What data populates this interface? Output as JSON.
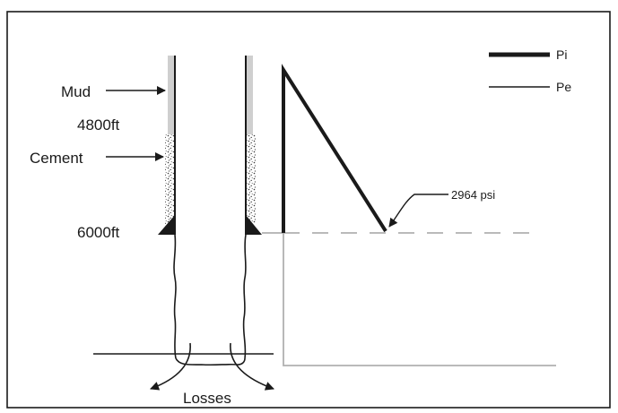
{
  "labels": {
    "mud": "Mud",
    "depth_top": "4800ft",
    "cement": "Cement",
    "depth_shoe": "6000ft",
    "losses": "Losses",
    "pressure_callout": "2964 psi"
  },
  "legend": {
    "pi": "Pi",
    "pe": "Pe"
  },
  "colors": {
    "frame": "#1a1a1a",
    "pipe": "#1a1a1a",
    "mud": "#cfcfcf",
    "cement_fill": "#ffffff",
    "cement_speckle": "#3a3a3a",
    "pi_line": "#1a1a1a",
    "pe_line": "#b0b0b0"
  }
}
